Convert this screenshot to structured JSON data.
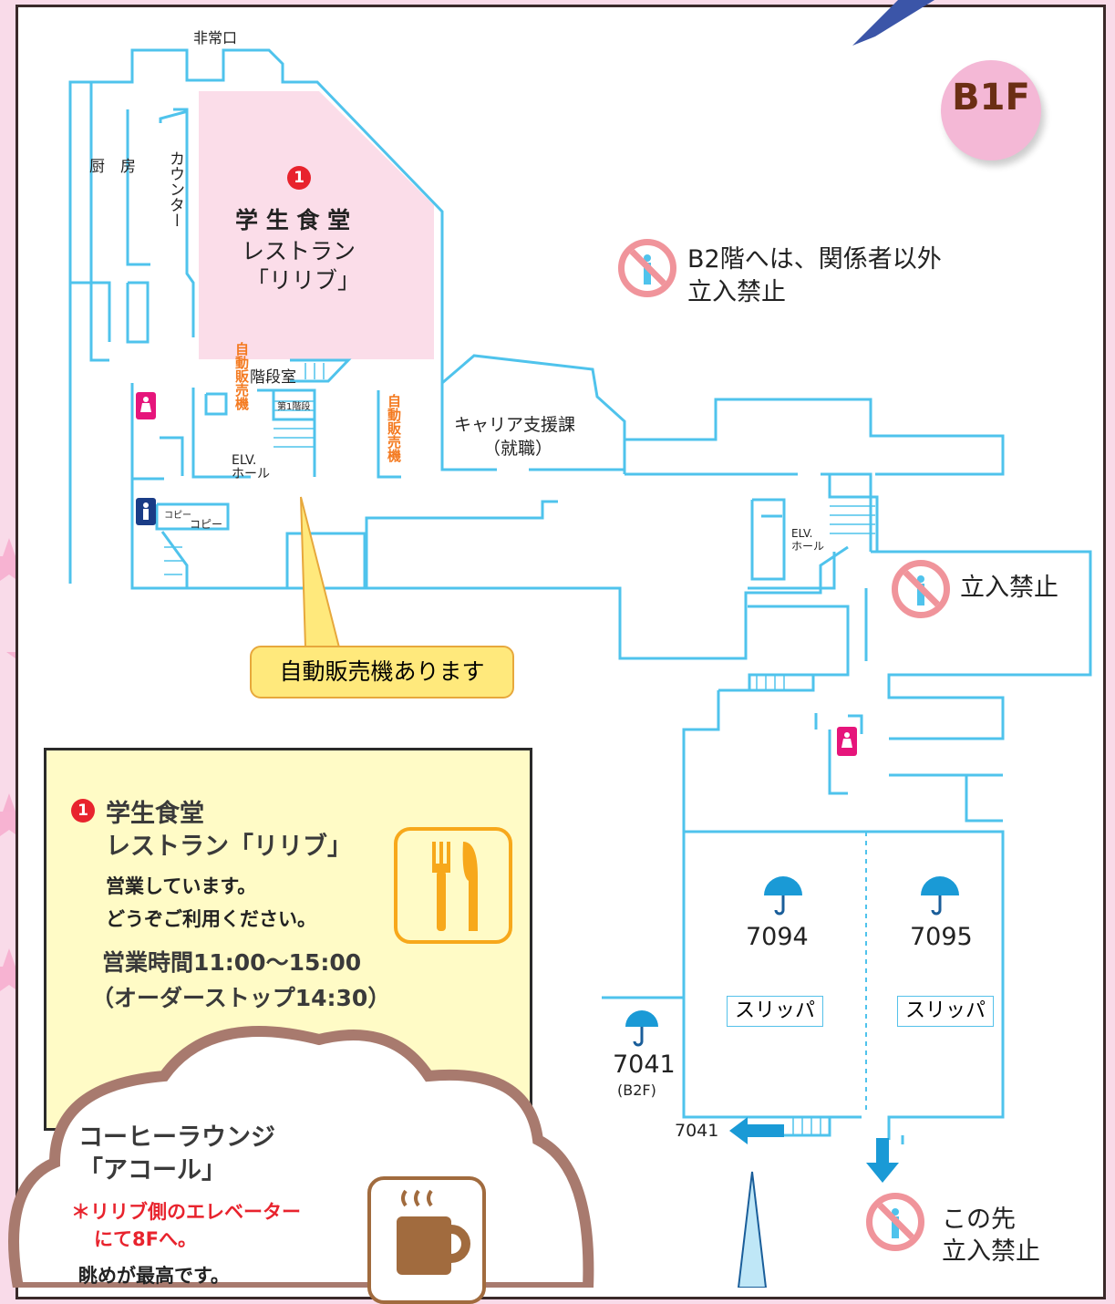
{
  "floor_badge": "B1F",
  "rooms": {
    "emergency_exit": "非常口",
    "kitchen": "厨　房",
    "counter": "カウンター",
    "cafeteria_number": "1",
    "cafeteria_line1": "学 生 食 堂",
    "cafeteria_line2": "レストラン",
    "cafeteria_line3": "「リリブ」",
    "vending_left": "自動販売機",
    "vending_right": "自動販売機",
    "stairwell": "階段室",
    "stairs_1": "第1階段",
    "elv_hall_left": "ELV.\nホール",
    "copy_1": "コピー",
    "copy_2": "コピー",
    "career_line1": "キャリア支援課",
    "career_line2": "（就職）",
    "elv_hall_right": "ELV.\nホール",
    "room_7094": "7094",
    "room_7095": "7095",
    "room_7041": "7041",
    "room_7041_floor": "(B2F)",
    "slippers_a": "スリッパ",
    "slippers_b": "スリッパ",
    "arrow_7041": "7041"
  },
  "notices": {
    "b2_restricted_line1": "B2階へは、関係者以外",
    "b2_restricted_line2": "立入禁止",
    "restricted": "立入禁止",
    "beyond_line1": "この先",
    "beyond_line2": "立入禁止"
  },
  "callout": "自動販売機あります",
  "info": {
    "number": "1",
    "title_line1": "学生食堂",
    "title_line2": "レストラン「リリブ」",
    "desc_line1": "営業しています。",
    "desc_line2": "どうぞご利用ください。",
    "hours": "営業時間11:00～15:00",
    "order_stop": "（オーダーストップ14:30）",
    "icon": "fork-knife-icon"
  },
  "cloud": {
    "title_line1": "コーヒーラウンジ",
    "title_line2": "「アコール」",
    "note_line1": "＊リリブ側のエレベーター",
    "note_line2": "にて8Fへ。",
    "tagline": "眺めが最高です。",
    "icon": "coffee-cup-icon"
  },
  "colors": {
    "wall": "#4fc3ec",
    "cafeteria_fill": "#fbdde9",
    "vending_text": "#f47a20",
    "restricted_red": "#f0949b",
    "accent_red": "#e8232d",
    "info_bg": "#fffbc6",
    "cloud_border": "#a87a6e",
    "icon_orange": "#f7a81b",
    "icon_brown": "#a16b3e"
  }
}
